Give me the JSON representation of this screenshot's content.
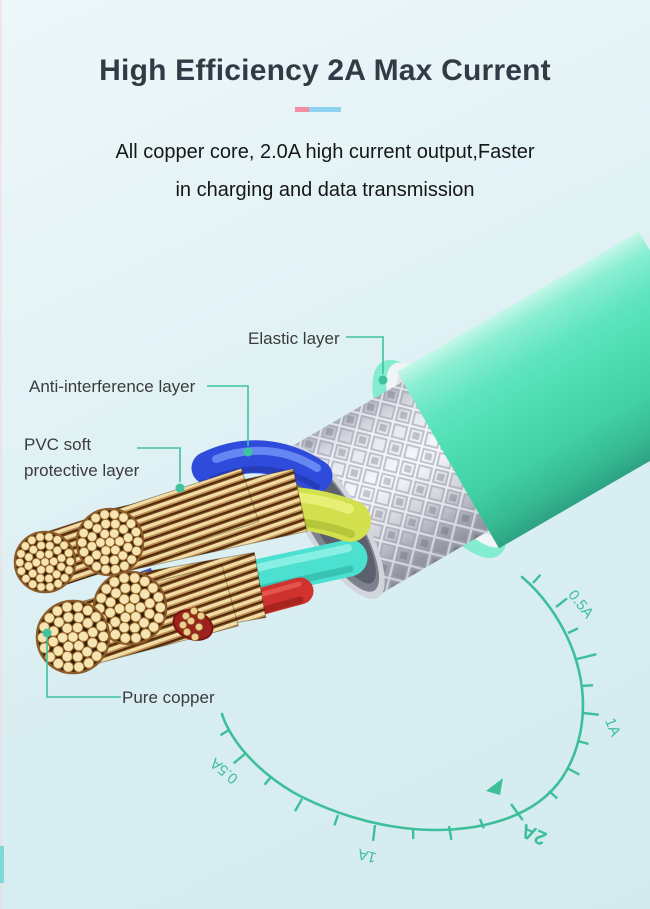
{
  "header": {
    "title": "High Efficiency 2A Max Current",
    "subtitle_line1": "All copper core, 2.0A high current output,Faster",
    "subtitle_line2": "in charging and data transmission"
  },
  "callouts": {
    "elastic": {
      "label": "Elastic layer"
    },
    "anti_interference": {
      "label": "Anti-interference layer"
    },
    "pvc": {
      "line1": "PVC soft",
      "line2": "protective layer"
    },
    "pure_copper": {
      "label": "Pure copper"
    }
  },
  "gauge": {
    "type": "circular-current-scale",
    "labels": {
      "right_half_amp": "0.5A",
      "right_one_amp": "1A",
      "max_two_amp": "2A",
      "left_one_amp": "1A",
      "left_half_amp": "0.5A"
    },
    "accent_color": "#3dbf99",
    "pointer": "triangle-marker"
  },
  "colors": {
    "title_text": "#323a45",
    "divider_pink": "#f58ca2",
    "divider_blue": "#8fd2f2",
    "leader_line_teal": "#3ec2a0",
    "jacket_mint": "#46d8ac",
    "shield_silver": "#f0f1f5",
    "wire_blue": "#2f4bdb",
    "wire_yellow_green": "#d3e04e",
    "wire_cyan": "#4ce0d0",
    "wire_red": "#d0322d",
    "copper_strand": "#f0dca4"
  }
}
